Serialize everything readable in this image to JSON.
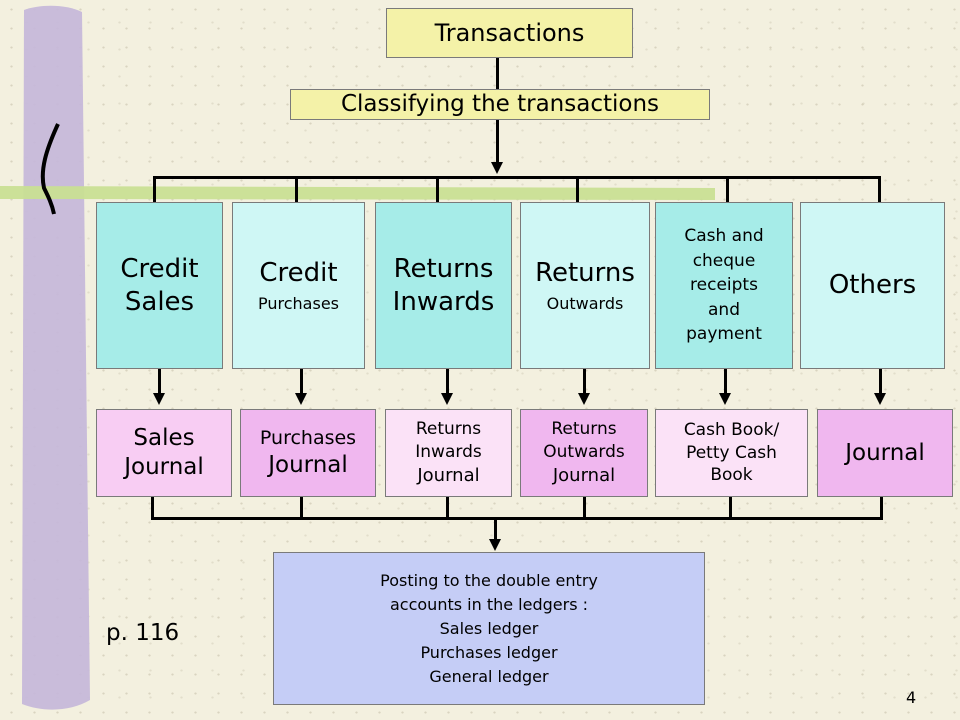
{
  "title": "Transactions",
  "classify": "Classifying the transactions",
  "categories": [
    {
      "line1": "Credit",
      "line2": "Sales"
    },
    {
      "line1": "Credit",
      "line2": "Purchases"
    },
    {
      "line1": "Returns",
      "line2": "Inwards"
    },
    {
      "line1": "Returns",
      "line2": "Outwards"
    },
    {
      "lines": [
        "Cash and",
        "cheque",
        "receipts",
        "and",
        "payment"
      ]
    },
    {
      "line1": "Others"
    }
  ],
  "books": [
    {
      "line1": "Sales",
      "line2": "Journal"
    },
    {
      "line1": "Purchases",
      "line2": "Journal"
    },
    {
      "line1": "Returns",
      "line2": "Inwards",
      "line3": "Journal"
    },
    {
      "line1": "Returns",
      "line2": "Outwards",
      "line3": "Journal"
    },
    {
      "line1": "Cash Book/",
      "line2": "Petty Cash",
      "line3": "Book"
    },
    {
      "line1": "Journal"
    }
  ],
  "posting": {
    "lines": [
      "Posting to the double entry",
      "accounts in the ledgers :",
      "Sales ledger",
      "Purchases ledger",
      "General ledger"
    ]
  },
  "page_ref": "p. 116",
  "slide_number": "4",
  "colors": {
    "background": "#f3f0df",
    "title_box": "#f4f2a8",
    "category_dark": "#a6ece8",
    "category_light": "#cff7f5",
    "journal_pink": "#f0b7ef",
    "posting_box": "#c5cdf6",
    "bar_purple": "#c6b8d9",
    "bar_green": "#c9df93"
  }
}
